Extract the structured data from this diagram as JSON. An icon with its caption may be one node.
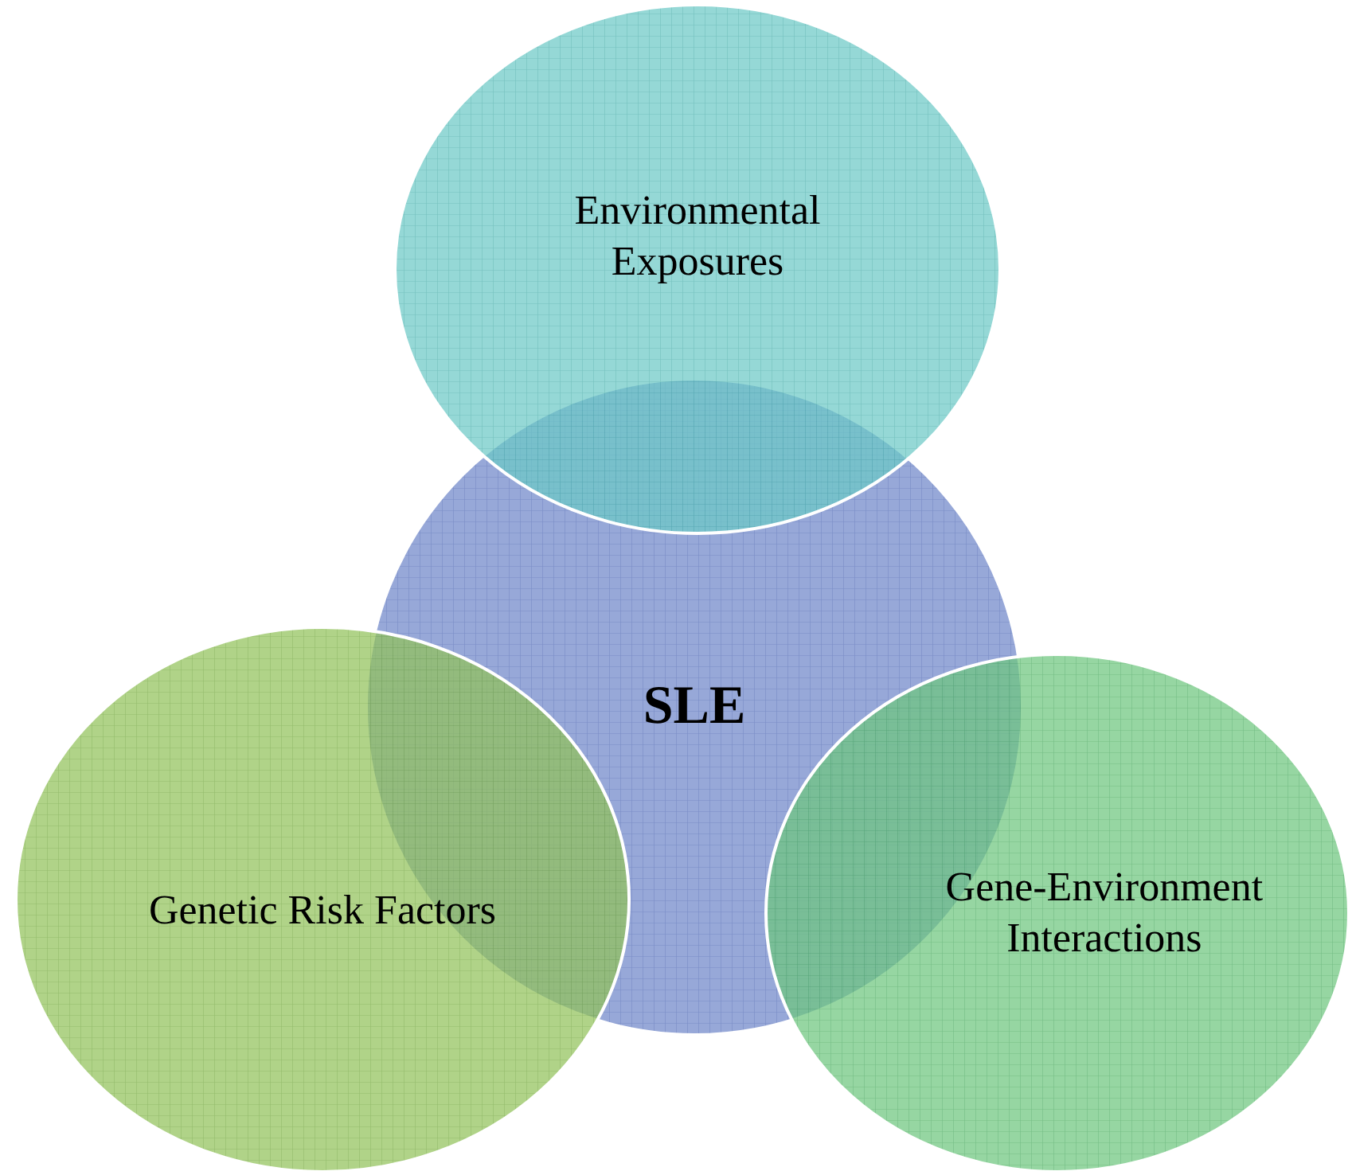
{
  "diagram": {
    "nodes": [
      {
        "text": [
          "Environmental Exposures"
        ]
      },
      {
        "text": [
          "SLE"
        ]
      },
      {
        "text": [
          "Genetic Risk Factors"
        ]
      },
      {
        "text": [
          "Gene-Environment Interactions"
        ]
      }
    ]
  }
}
